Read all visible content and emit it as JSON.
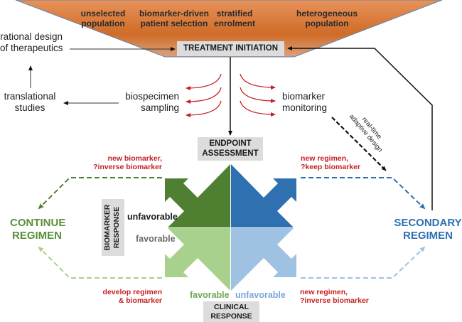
{
  "funnel": {
    "labels": [
      {
        "line1": "unselected",
        "line2": "population"
      },
      {
        "line1": "biomarker-driven",
        "line2": "patient selection"
      },
      {
        "line1": "stratified",
        "line2": "enrolment"
      },
      {
        "line1": "heterogeneous",
        "line2": "population"
      }
    ],
    "color_top": "#e0843e",
    "color_bottom": "#c86a2a"
  },
  "treatment_initiation": "TREATMENT INITIATION",
  "rational_design": {
    "line1": "rational design",
    "line2": "of therapeutics"
  },
  "translational_studies": {
    "line1": "translational",
    "line2": "studies"
  },
  "biospecimen_sampling": {
    "line1": "biospecimen",
    "line2": "sampling"
  },
  "biomarker_monitoring": {
    "line1": "biomarker",
    "line2": "monitoring"
  },
  "adaptive_design": {
    "line1": "real-time",
    "line2": "adaptive design"
  },
  "endpoint_assessment": {
    "line1": "ENDPOINT",
    "line2": "ASSESSMENT"
  },
  "biomarker_response": {
    "title_line1": "BIOMARKER",
    "title_line2": "RESPONSE",
    "unfavorable": "unfavorable",
    "favorable": "favorable"
  },
  "clinical_response": {
    "title_line1": "CLINICAL",
    "title_line2": "RESPONSE",
    "favorable": "favorable",
    "unfavorable": "unfavorable"
  },
  "outcomes": {
    "top_left": {
      "line1": "new biomarker,",
      "line2": "?inverse biomarker"
    },
    "top_right": {
      "line1": "new regimen,",
      "line2": "?keep biomarker"
    },
    "bottom_left": {
      "line1": "develop regimen",
      "line2": "& biomarker"
    },
    "bottom_right": {
      "line1": "new regimen,",
      "line2": "?inverse biomarker"
    }
  },
  "continue_regimen": {
    "line1": "CONTINUE",
    "line2": "REGIMEN"
  },
  "secondary_regimen": {
    "line1": "SECONDARY",
    "line2": "REGIMEN"
  },
  "colors": {
    "dark_green": "#4f7f30",
    "light_green": "#a9d18e",
    "dark_blue": "#2e70b0",
    "light_blue": "#9fc2e3",
    "red": "#c42024",
    "box_gray": "#dcdcdc"
  }
}
